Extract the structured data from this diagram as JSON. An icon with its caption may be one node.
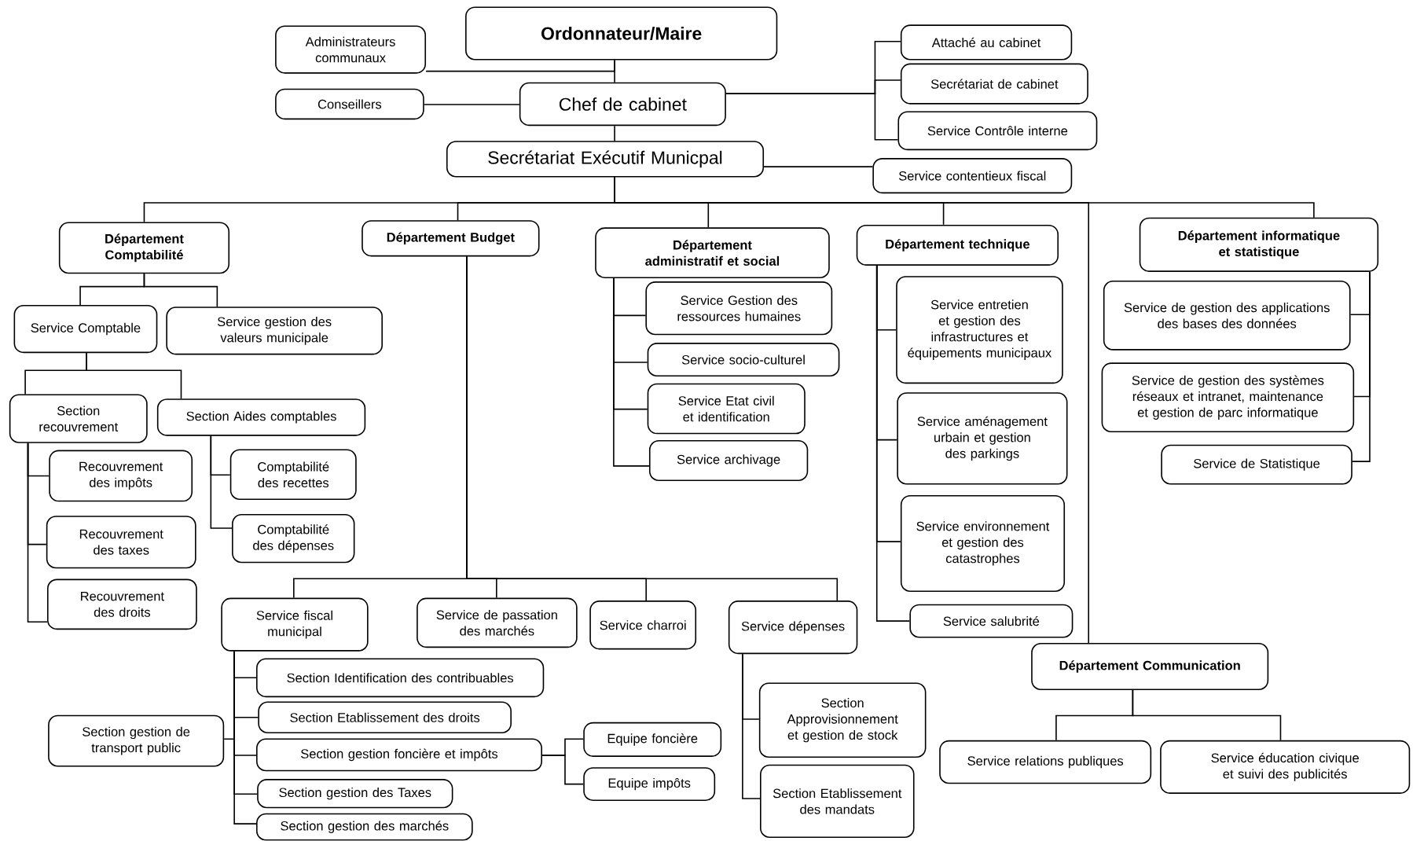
{
  "diagram": {
    "nodes": [
      {
        "text": [
          "Ordonnateur/Maire"
        ]
      },
      {
        "text": [
          "Administrateurs communaux"
        ]
      },
      {
        "text": [
          "Conseillers"
        ]
      },
      {
        "text": [
          "Chef de cabinet"
        ]
      },
      {
        "text": [
          "Attaché au cabinet"
        ]
      },
      {
        "text": [
          "Secrétariat de cabinet"
        ]
      },
      {
        "text": [
          "Service Contrôle interne"
        ]
      },
      {
        "text": [
          "Secrétariat Exécutif Municpal"
        ]
      },
      {
        "text": [
          "Service contentieux fiscal"
        ]
      },
      {
        "text": [
          "Département Comptabilité"
        ]
      },
      {
        "text": [
          "Département Budget"
        ]
      },
      {
        "text": [
          "Département administratif et social"
        ]
      },
      {
        "text": [
          "Département technique"
        ]
      },
      {
        "text": [
          "Département informatique et statistique"
        ]
      },
      {
        "text": [
          "Service Comptable"
        ]
      },
      {
        "text": [
          "Service gestion des valeurs municipale"
        ]
      },
      {
        "text": [
          "Section recouvrement"
        ]
      },
      {
        "text": [
          "Section Aides comptables"
        ]
      },
      {
        "text": [
          "Recouvrement des impôts"
        ]
      },
      {
        "text": [
          "Recouvrement des taxes"
        ]
      },
      {
        "text": [
          "Recouvrement des droits"
        ]
      },
      {
        "text": [
          "Comptabilité des recettes"
        ]
      },
      {
        "text": [
          "Comptabilité des dépenses"
        ]
      },
      {
        "text": [
          "Service Gestion des ressources humaines"
        ]
      },
      {
        "text": [
          "Service socio-culturel"
        ]
      },
      {
        "text": [
          "Service Etat civil et identification"
        ]
      },
      {
        "text": [
          "Service archivage"
        ]
      },
      {
        "text": [
          "Service entretien et gestion des infrastructures et équipements municipaux"
        ]
      },
      {
        "text": [
          "Service aménagement urbain et gestion des parkings"
        ]
      },
      {
        "text": [
          "Service environnement et gestion des catastrophes"
        ]
      },
      {
        "text": [
          "Service salubrité"
        ]
      },
      {
        "text": [
          "Service de gestion des applications des bases des données"
        ]
      },
      {
        "text": [
          "Service de gestion des systèmes réseaux et intranet, maintenance et gestion de parc informatique"
        ]
      },
      {
        "text": [
          "Service de Statistique"
        ]
      },
      {
        "text": [
          "Service fiscal municipal"
        ]
      },
      {
        "text": [
          "Service de passation des marchés"
        ]
      },
      {
        "text": [
          "Service charroi"
        ]
      },
      {
        "text": [
          "Service dépenses"
        ]
      },
      {
        "text": [
          "Section Identification des contribuables"
        ]
      },
      {
        "text": [
          "Section Etablissement des droits"
        ]
      },
      {
        "text": [
          "Section gestion de transport public"
        ]
      },
      {
        "text": [
          "Section gestion foncière et impôts"
        ]
      },
      {
        "text": [
          "Equipe foncière"
        ]
      },
      {
        "text": [
          "Equipe impôts"
        ]
      },
      {
        "text": [
          "Section gestion des Taxes"
        ]
      },
      {
        "text": [
          "Section gestion des marchés"
        ]
      },
      {
        "text": [
          "Section Approvisionnement et gestion de stock"
        ]
      },
      {
        "text": [
          "Section Etablissement des mandats"
        ]
      },
      {
        "text": [
          "Département Communication"
        ]
      },
      {
        "text": [
          "Service relations publiques"
        ]
      },
      {
        "text": [
          "Service éducation civique et suivi des publicités"
        ]
      }
    ],
    "edges": [
      {
        "from": 0,
        "to": 3,
        "arrow": "none"
      },
      {
        "from": 0,
        "to": 1,
        "arrow": "none"
      },
      {
        "from": 3,
        "to": 2,
        "arrow": "none"
      },
      {
        "from": 3,
        "to": 4,
        "arrow": "none"
      },
      {
        "from": 3,
        "to": 5,
        "arrow": "none"
      },
      {
        "from": 3,
        "to": 6,
        "arrow": "none"
      },
      {
        "from": 3,
        "to": 7,
        "arrow": "none"
      },
      {
        "from": 7,
        "to": 8,
        "arrow": "none"
      },
      {
        "from": 7,
        "to": 9,
        "arrow": "none"
      },
      {
        "from": 7,
        "to": 10,
        "arrow": "none"
      },
      {
        "from": 7,
        "to": 11,
        "arrow": "none"
      },
      {
        "from": 7,
        "to": 12,
        "arrow": "none"
      },
      {
        "from": 7,
        "to": 13,
        "arrow": "none"
      },
      {
        "from": 7,
        "to": 48,
        "arrow": "none"
      },
      {
        "from": 9,
        "to": 14,
        "arrow": "none"
      },
      {
        "from": 9,
        "to": 15,
        "arrow": "none"
      },
      {
        "from": 14,
        "to": 16,
        "arrow": "none"
      },
      {
        "from": 14,
        "to": 17,
        "arrow": "none"
      },
      {
        "from": 16,
        "to": 18,
        "arrow": "none"
      },
      {
        "from": 16,
        "to": 19,
        "arrow": "none"
      },
      {
        "from": 16,
        "to": 20,
        "arrow": "none"
      },
      {
        "from": 17,
        "to": 21,
        "arrow": "none"
      },
      {
        "from": 17,
        "to": 22,
        "arrow": "none"
      },
      {
        "from": 11,
        "to": 23,
        "arrow": "none"
      },
      {
        "from": 11,
        "to": 24,
        "arrow": "none"
      },
      {
        "from": 11,
        "to": 25,
        "arrow": "none"
      },
      {
        "from": 11,
        "to": 26,
        "arrow": "none"
      },
      {
        "from": 12,
        "to": 27,
        "arrow": "none"
      },
      {
        "from": 12,
        "to": 28,
        "arrow": "none"
      },
      {
        "from": 12,
        "to": 29,
        "arrow": "none"
      },
      {
        "from": 12,
        "to": 30,
        "arrow": "none"
      },
      {
        "from": 13,
        "to": 31,
        "arrow": "none"
      },
      {
        "from": 13,
        "to": 32,
        "arrow": "none"
      },
      {
        "from": 13,
        "to": 33,
        "arrow": "none"
      },
      {
        "from": 10,
        "to": 34,
        "arrow": "none"
      },
      {
        "from": 10,
        "to": 35,
        "arrow": "none"
      },
      {
        "from": 10,
        "to": 36,
        "arrow": "none"
      },
      {
        "from": 10,
        "to": 37,
        "arrow": "none"
      },
      {
        "from": 34,
        "to": 38,
        "arrow": "none"
      },
      {
        "from": 34,
        "to": 39,
        "arrow": "none"
      },
      {
        "from": 34,
        "to": 40,
        "arrow": "none"
      },
      {
        "from": 34,
        "to": 41,
        "arrow": "none"
      },
      {
        "from": 34,
        "to": 44,
        "arrow": "none"
      },
      {
        "from": 34,
        "to": 45,
        "arrow": "none"
      },
      {
        "from": 41,
        "to": 42,
        "arrow": "none"
      },
      {
        "from": 41,
        "to": 43,
        "arrow": "none"
      },
      {
        "from": 37,
        "to": 46,
        "arrow": "none"
      },
      {
        "from": 37,
        "to": 47,
        "arrow": "none"
      },
      {
        "from": 48,
        "to": 49,
        "arrow": "none"
      },
      {
        "from": 48,
        "to": 50,
        "arrow": "none"
      }
    ]
  }
}
